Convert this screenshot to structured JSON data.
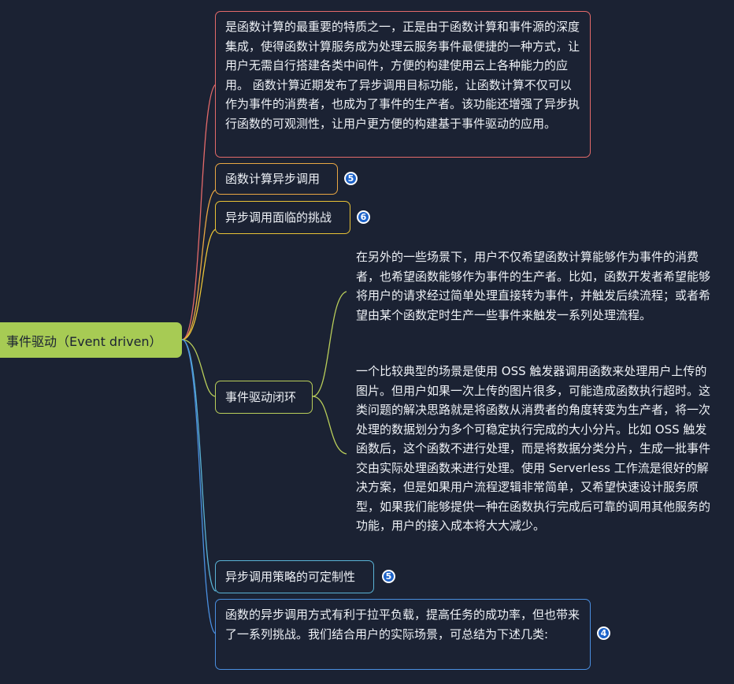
{
  "root": {
    "label": "事件驱动（Event driven）"
  },
  "nodes": {
    "intro_text": "是函数计算的最重要的特质之一，正是由于函数计算和事件源的深度集成，使得函数计算服务成为处理云服务事件最便捷的一种方式，让用户无需自行搭建各类中间件，方便的构建使用云上各种能力的应用。 函数计算近期发布了异步调用目标功能，让函数计算不仅可以作为事件的消费者，也成为了事件的生产者。该功能还增强了异步执行函数的可观测性，让用户更方便的构建基于事件驱动的应用。",
    "async_invoke": {
      "label": "函数计算异步调用",
      "badge": "5"
    },
    "async_challenges": {
      "label": "异步调用面临的挑战",
      "badge": "6"
    },
    "event_loop": {
      "label": "事件驱动闭环",
      "text1": "在另外的一些场景下，用户不仅希望函数计算能够作为事件的消费者，也希望函数能够作为事件的生产者。比如，函数开发者希望能够将用户的请求经过简单处理直接转为事件，并触发后续流程；或者希望由某个函数定时生产一些事件来触发一系列处理流程。",
      "text2": "一个比较典型的场景是使用 OSS 触发器调用函数来处理用户上传的图片。但用户如果一次上传的图片很多，可能造成函数执行超时。这类问题的解决思路就是将函数从消费者的角度转变为生产者，将一次处理的数据划分为多个可稳定执行完成的大小分片。比如 OSS 触发函数后，这个函数不进行处理，而是将数据分类分片，生成一批事件交由实际处理函数来进行处理。使用 Serverless 工作流是很好的解决方案，但是如果用户流程逻辑非常简单，又希望快速设计服务原型，如果我们能够提供一种在函数执行完成后可靠的调用其他服务的功能，用户的接入成本将大大减少。"
    },
    "strategy": {
      "label": "异步调用策略的可定制性",
      "badge": "5"
    },
    "summary": {
      "text": "函数的异步调用方式有利于拉平负载，提高任务的成功率，但也带来了一系列挑战。我们结合用户的实际场景，可总结为下述几类:",
      "badge": "4"
    }
  },
  "colors": {
    "background": "#1b2233",
    "root": "#a7cb54",
    "intro_border": "#e46a6a",
    "async_border": "#e9a743",
    "challenges_border": "#e9c336",
    "loop_border": "#b9ce5a",
    "strategy_border": "#5ab3d6",
    "summary_border": "#4a8fe0",
    "badge": "#1d63c9"
  }
}
